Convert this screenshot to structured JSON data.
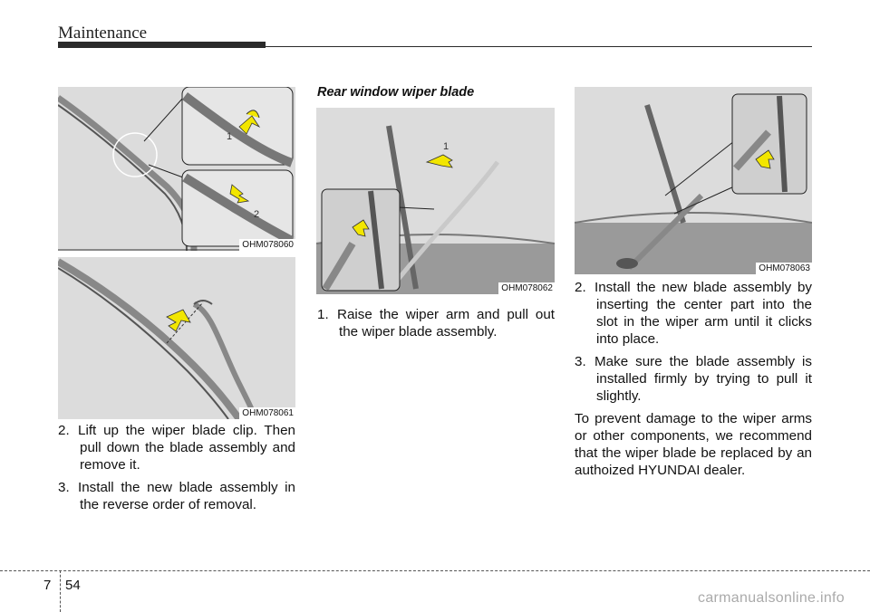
{
  "header": {
    "title": "Maintenance"
  },
  "figures": {
    "fig1": {
      "code": "OHM078060",
      "callout_1": "1",
      "callout_2": "2"
    },
    "fig2": {
      "code": "OHM078061"
    },
    "fig3": {
      "code": "OHM078062",
      "callout_1": "1"
    },
    "fig4": {
      "code": "OHM078063"
    }
  },
  "left_column": {
    "steps": [
      {
        "num": "2.",
        "text": "Lift up the wiper blade clip. Then pull down the blade assembly and remove it."
      },
      {
        "num": "3.",
        "text": "Install the new blade assembly in the reverse order of removal."
      }
    ]
  },
  "middle_column": {
    "heading": "Rear window wiper blade",
    "steps": [
      {
        "num": "1.",
        "text": "Raise the wiper arm and pull out the wiper blade assembly."
      }
    ]
  },
  "right_column": {
    "steps": [
      {
        "num": "2.",
        "text": "Install the new blade assembly by inserting the center part into the slot in the wiper arm until it clicks into place."
      },
      {
        "num": "3.",
        "text": "Make sure the blade assembly is installed firmly by trying to pull it slightly."
      }
    ],
    "note": "To prevent damage to the wiper arms or other components, we recommend that the wiper blade be replaced by an authoized HYUNDAI dealer."
  },
  "footer": {
    "chapter": "7",
    "page": "54",
    "watermark": "carmanualsonline.info"
  },
  "colors": {
    "accent_yellow": "#f2e600",
    "figure_bg": "#dcdcdc",
    "rule": "#2a2a2a"
  }
}
